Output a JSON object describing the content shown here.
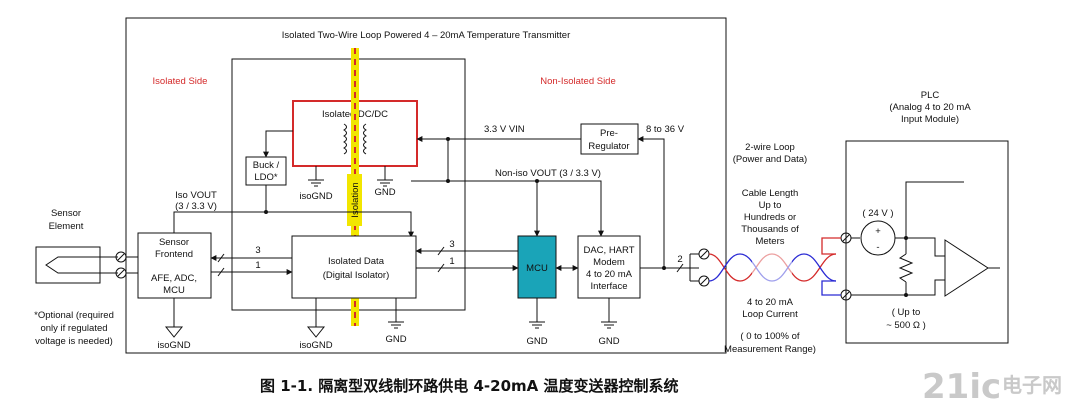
{
  "title": "Isolated Two-Wire Loop Powered 4 – 20mA Temperature Transmitter",
  "isolated_side": "Isolated Side",
  "non_isolated_side": "Non-Isolated Side",
  "isolation": "Isolation",
  "sensor_element": [
    "Sensor",
    "Element"
  ],
  "optional_note": [
    "*Optional (required",
    "only if regulated",
    "voltage is needed)"
  ],
  "iso_vout": [
    "Iso VOUT",
    "(3 / 3.3 V)"
  ],
  "sensor_frontend": [
    "Sensor",
    "Frontend",
    "AFE, ADC,",
    "MCU"
  ],
  "buck_ldo": [
    "Buck /",
    "LDO*"
  ],
  "iso_dcdc": "Isolated DC/DC",
  "iso_data": [
    "Isolated Data",
    "(Digital Isolator)"
  ],
  "vin": "3.3 V VIN",
  "pre_regulator": [
    "Pre-",
    "Regulator"
  ],
  "vrange": "8 to 36 V",
  "non_iso_vout": "Non-iso VOUT (3 / 3.3 V)",
  "mcu": "MCU",
  "dac_hart": [
    "DAC, HART",
    "Modem",
    "4 to 20 mA",
    "Interface"
  ],
  "bus3": "3",
  "bus1": "1",
  "bus2": "2",
  "isognd": "isoGND",
  "gnd": "GND",
  "two_wire": [
    "2-wire Loop",
    "(Power and Data)"
  ],
  "cable": [
    "Cable Length",
    "Up to",
    "Hundreds or",
    "Thousands of",
    "Meters"
  ],
  "loop_current": [
    "4 to 20 mA",
    "Loop Current"
  ],
  "range": [
    "( 0 to 100% of",
    "Measurement Range)"
  ],
  "plc": [
    "PLC",
    "(Analog 4 to 20 mA",
    "Input Module)"
  ],
  "v24": "( 24 V )",
  "up_to": [
    "( Up to",
    "~ 500 Ω )"
  ],
  "caption": "图 1-1. 隔离型双线制环路供电 4-20mA 温度变送器控制系统",
  "watermark_main": "21ic",
  "watermark_sub": "电子网",
  "colors": {
    "red": "#d42a2a",
    "mcu_fill": "#1aa4b8",
    "isolation_barrier": "#f2e600",
    "loop_blue": "#2a2ad4"
  }
}
